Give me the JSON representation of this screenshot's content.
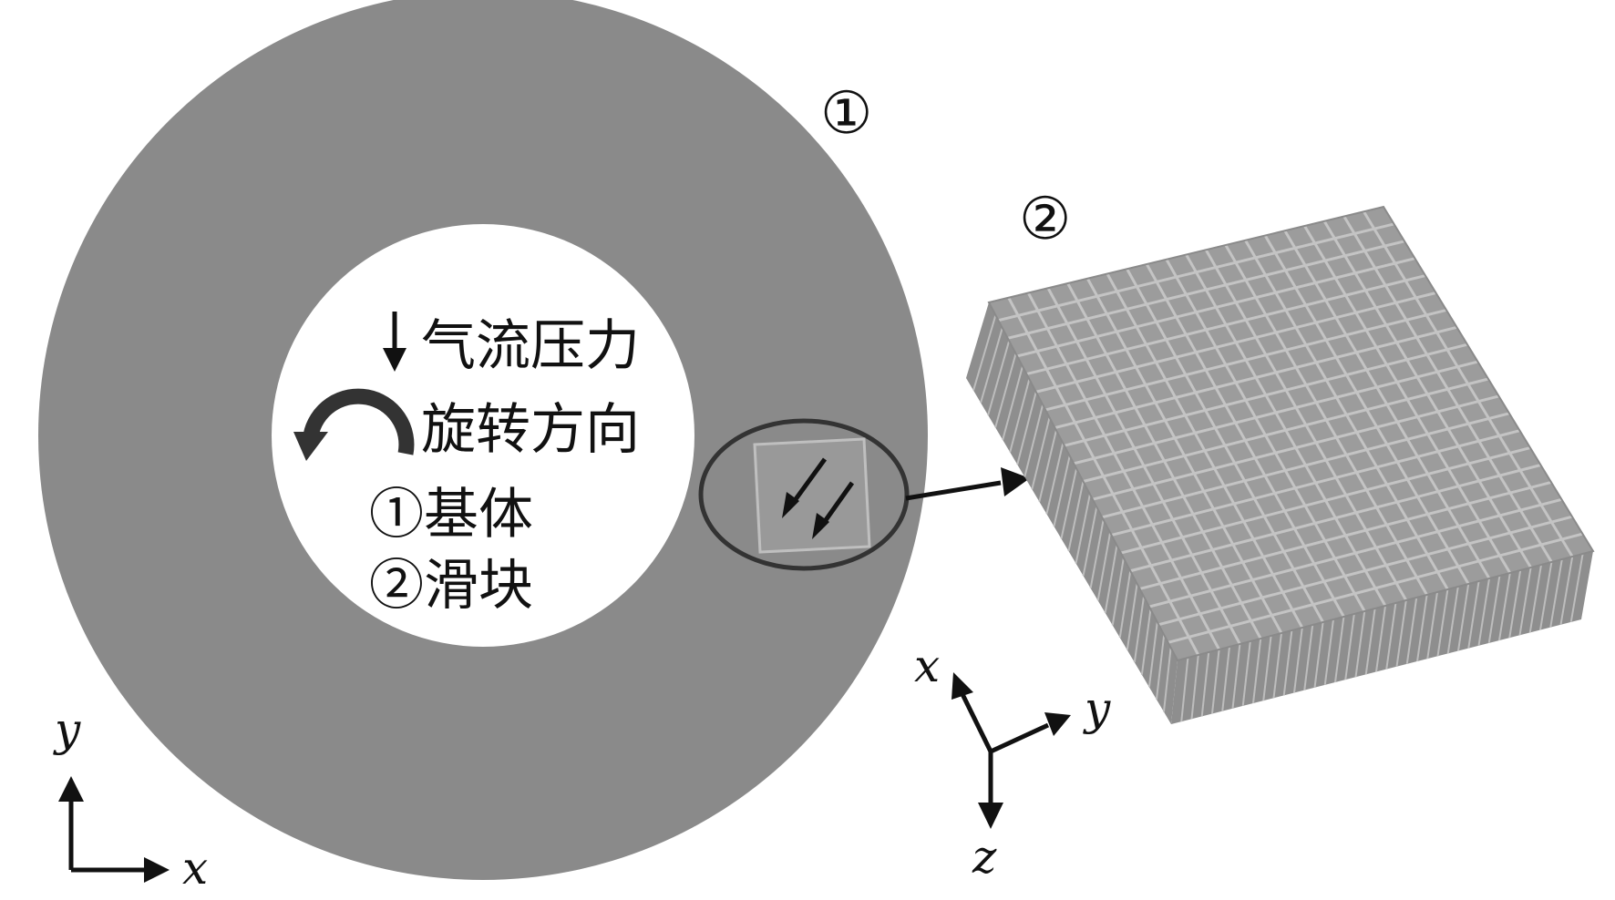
{
  "markers": {
    "base": "①",
    "slider": "②"
  },
  "legend": {
    "airflow_pressure": "气流压力",
    "rotation_direction": "旋转方向",
    "base_item": "①基体",
    "slider_item": "②滑块"
  },
  "axes_2d": {
    "x": "x",
    "y": "y"
  },
  "axes_3d": {
    "x": "x",
    "y": "y",
    "z": "z"
  },
  "colors": {
    "disk": "#8a8a8a",
    "slider_top": "#9c9c9c",
    "slider_side": "#8e8e8e",
    "grid_line": "#c4c4c4",
    "ink": "#111111"
  }
}
